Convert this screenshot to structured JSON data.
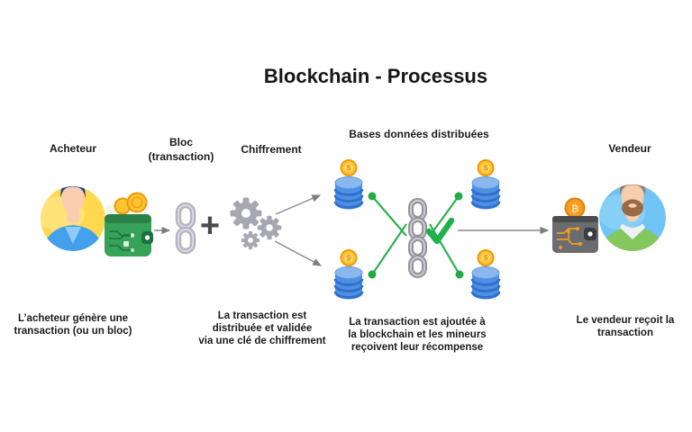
{
  "title": "Blockchain - Processus",
  "symbols": {
    "plus": "+",
    "dollar": "$",
    "bitcoin": "₿"
  },
  "stages": {
    "acheteur": {
      "label": "Acheteur",
      "caption_lines": [
        "L’acheteur génère une",
        "transaction (ou un bloc)"
      ]
    },
    "bloc": {
      "label_lines": [
        "Bloc",
        "(transaction)"
      ],
      "caption_lines": [
        "La transaction est",
        "distribuée et validée",
        "via une clé de chiffrement"
      ]
    },
    "chiffrement": {
      "label": "Chiffrement"
    },
    "bases_donnees": {
      "label": "Bases données distribuées",
      "caption_lines": [
        "La transaction est ajoutée à",
        "la blockchain et les mineurs",
        "reçoivent leur récompense"
      ]
    },
    "vendeur": {
      "label": "Vendeur",
      "caption_lines": [
        "Le vendeur reçoit la",
        "transaction"
      ]
    }
  },
  "colors": {
    "accent_green": "#2FB14E",
    "check_green": "#1FB24C",
    "db_blue": "#4D8FE0",
    "db_blue_dark": "#2E6FD0",
    "coin_gold": "#FFC531",
    "coin_ring": "#F0970B",
    "chain_gray": "#93939C",
    "block_link_gray": "#B5B3C1",
    "gear_gray": "#A7A7B2",
    "buyer_avatar_bg": "#FFD84F",
    "vendor_avatar_bg": "#6FC4F4",
    "wallet_green": "#35A257",
    "wallet_gray": "#6B6C70",
    "arrow_gray": "#8A8A8A",
    "text": "#1B1B1B"
  }
}
